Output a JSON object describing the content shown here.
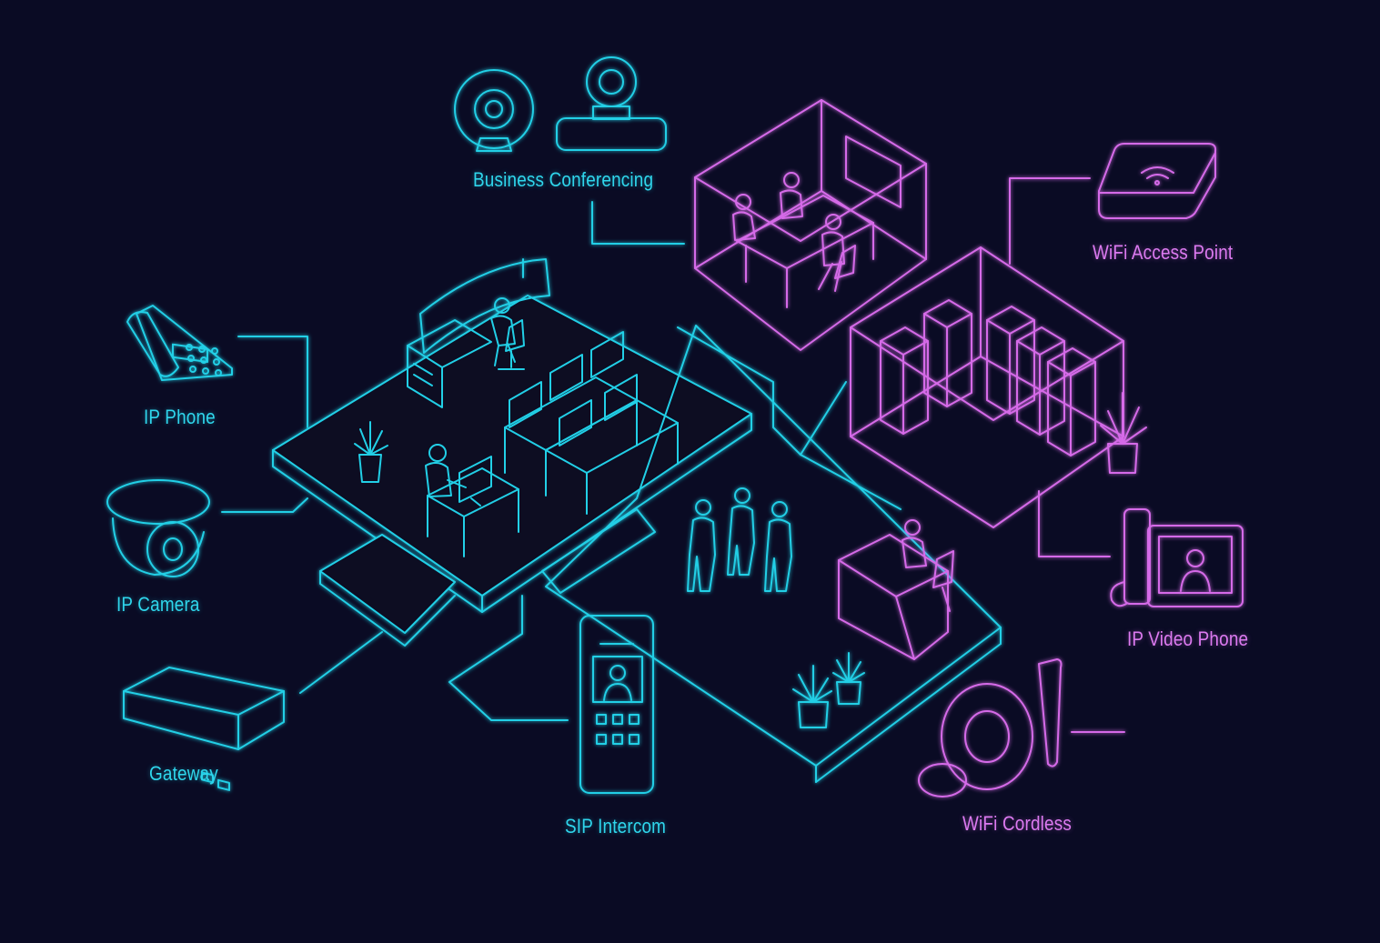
{
  "colors": {
    "background": "#0a0b24",
    "cyan": "#22cfe6",
    "pink": "#d56be8"
  },
  "labels": {
    "business_conferencing": "Business Conferencing",
    "wifi_access_point": "WiFi Access Point",
    "ip_phone": "IP Phone",
    "ip_camera": "IP Camera",
    "gateway": "Gateway",
    "sip_intercom": "SIP Intercom",
    "ip_video_phone": "IP Video Phone",
    "wifi_cordless": "WiFi Cordless"
  },
  "icons": [
    "webcam-icon",
    "conference-camera-icon",
    "wifi-access-point-icon",
    "ip-phone-icon",
    "dome-camera-icon",
    "gateway-box-icon",
    "sip-intercom-icon",
    "ip-video-phone-icon",
    "wifi-cordless-icon"
  ]
}
